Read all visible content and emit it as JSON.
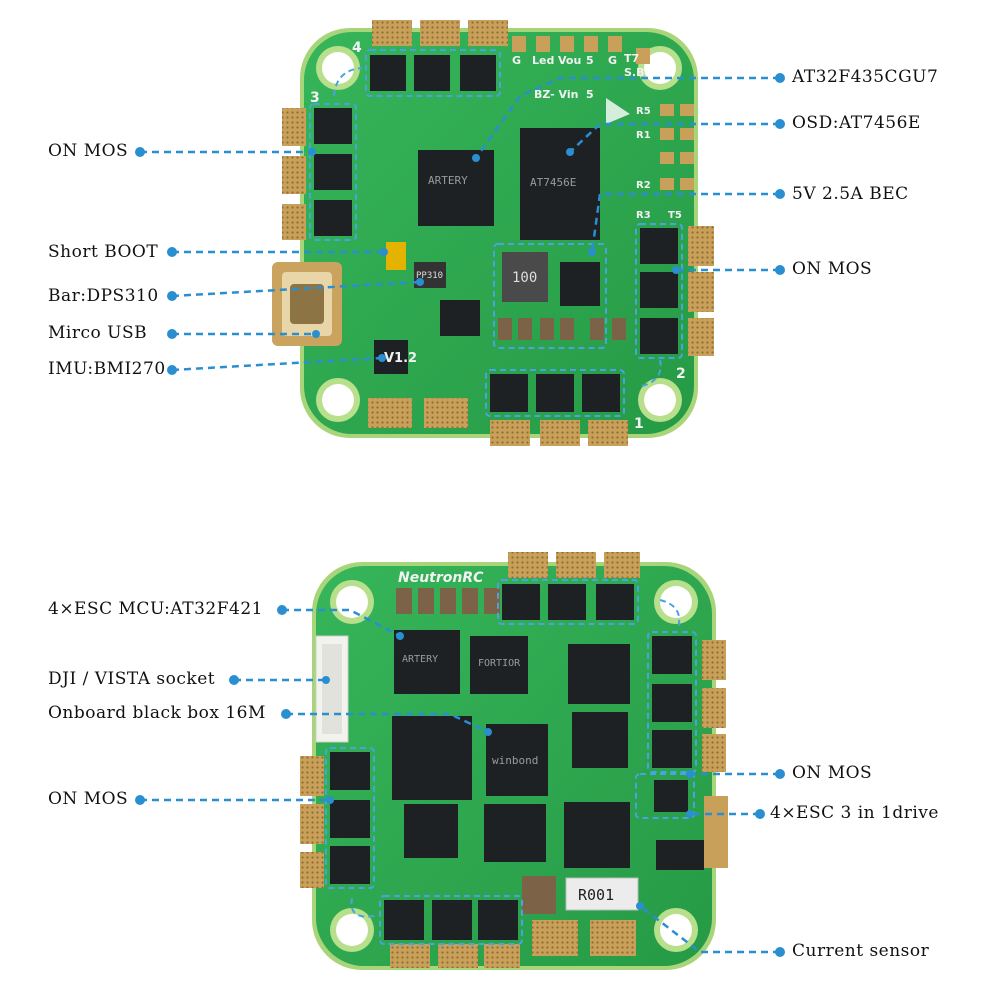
{
  "top_board": {
    "left_labels": {
      "on_mos": "ON MOS",
      "short_boot": "Short BOOT",
      "barometer": "Bar:DPS310",
      "usb": "Mirco USB",
      "imu": "IMU:BMI270"
    },
    "right_labels": {
      "mcu": "AT32F435CGU7",
      "osd": "OSD:AT7456E",
      "bec": "5V 2.5A BEC",
      "on_mos": "ON MOS"
    },
    "silkscreen": {
      "pads_top": [
        "G",
        "Led",
        "Vou",
        "5",
        "G",
        "T7"
      ],
      "pad_sb": "S.B",
      "bz": "BZ- Vin",
      "bz_num": "5",
      "motor_1": "1",
      "motor_2": "2",
      "motor_3": "3",
      "motor_4": "4",
      "version": "V1.2",
      "mcu_marking": "ARTERY",
      "osd_marking": "AT7456E",
      "inductor": "100",
      "baro_marking": "PP310",
      "r_labels": [
        "R5",
        "R1",
        "R2",
        "R3",
        "T5"
      ]
    }
  },
  "bottom_board": {
    "left_labels": {
      "esc_mcu": "4×ESC MCU:AT32F421",
      "dji": "DJI / VISTA socket",
      "blackbox": "Onboard black box 16M",
      "on_mos": "ON MOS"
    },
    "right_labels": {
      "on_mos": "ON MOS",
      "esc": "4×ESC 3 in 1drive",
      "current": "Current sensor"
    },
    "silkscreen": {
      "brand": "NeutronRC",
      "shunt": "R001",
      "flash_marking": "winbond",
      "esc_mcu_marking": "ARTERY",
      "driver_marking": "FORTIOR"
    }
  },
  "colors": {
    "pcb": "#2ea84f",
    "pcb_edge": "#9fcf6a",
    "gold": "#c9a05a",
    "chip": "#1e2124",
    "callout": "#2a8fd0",
    "highlight": "#4aa3e0"
  }
}
